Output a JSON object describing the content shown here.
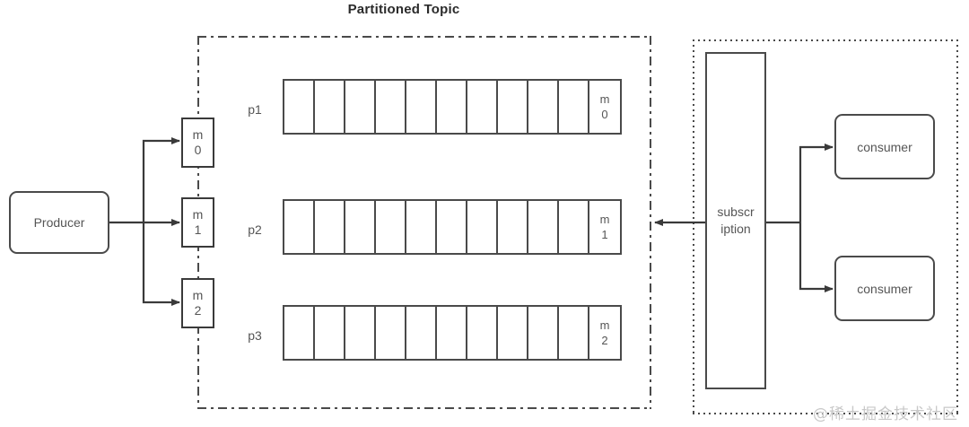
{
  "title": "Partitioned Topic",
  "producer": {
    "label": "Producer"
  },
  "messages": [
    {
      "line1": "m",
      "line2": "0"
    },
    {
      "line1": "m",
      "line2": "1"
    },
    {
      "line1": "m",
      "line2": "2"
    }
  ],
  "partitions": [
    {
      "label": "p1",
      "cell_count": 11,
      "filled_index": 10,
      "filled_line1": "m",
      "filled_line2": "0"
    },
    {
      "label": "p2",
      "cell_count": 11,
      "filled_index": 10,
      "filled_line1": "m",
      "filled_line2": "1"
    },
    {
      "label": "p3",
      "cell_count": 11,
      "filled_index": 10,
      "filled_line1": "m",
      "filled_line2": "2"
    }
  ],
  "subscription": {
    "label": "subscr\niption"
  },
  "consumers": [
    {
      "label": "consumer"
    },
    {
      "label": "consumer"
    }
  ],
  "watermark": "@稀土掘金技术社区",
  "colors": {
    "stroke": "#4a4a4a",
    "text": "#555555",
    "title": "#2b2b2b",
    "watermark": "#c8c8c8",
    "background": "#ffffff"
  }
}
